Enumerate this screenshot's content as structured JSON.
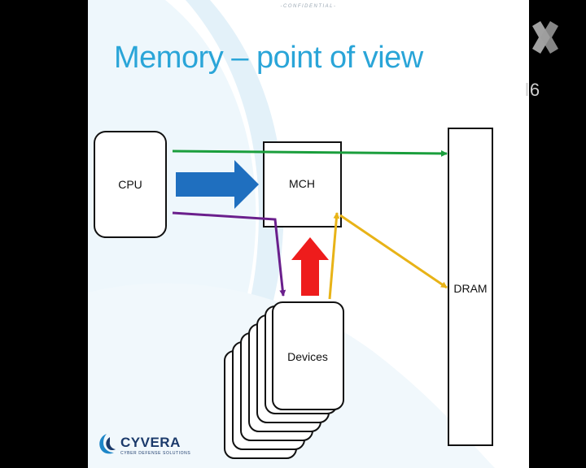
{
  "header": {
    "confidential": "-CONFIDENTIAL-"
  },
  "slide": {
    "title": "Memory – point of view"
  },
  "diagram": {
    "nodes": {
      "cpu": "CPU",
      "mch": "MCH",
      "dram": "DRAM",
      "devices": "Devices"
    }
  },
  "footer": {
    "logo_text": "CYVERA",
    "logo_subtext": "CYBER DEFENSE SOLUTIONS"
  },
  "overlay": {
    "channel_text": "l6"
  },
  "colors": {
    "title": "#2aa5d8",
    "cpu_to_dram": "#1a9e3c",
    "cpu_to_mch": "#1f6fbf",
    "cpu_to_devices": "#6a1f8c",
    "devices_to_mch": "#ee1c1c",
    "mch_to_dram": "#e8b317"
  }
}
